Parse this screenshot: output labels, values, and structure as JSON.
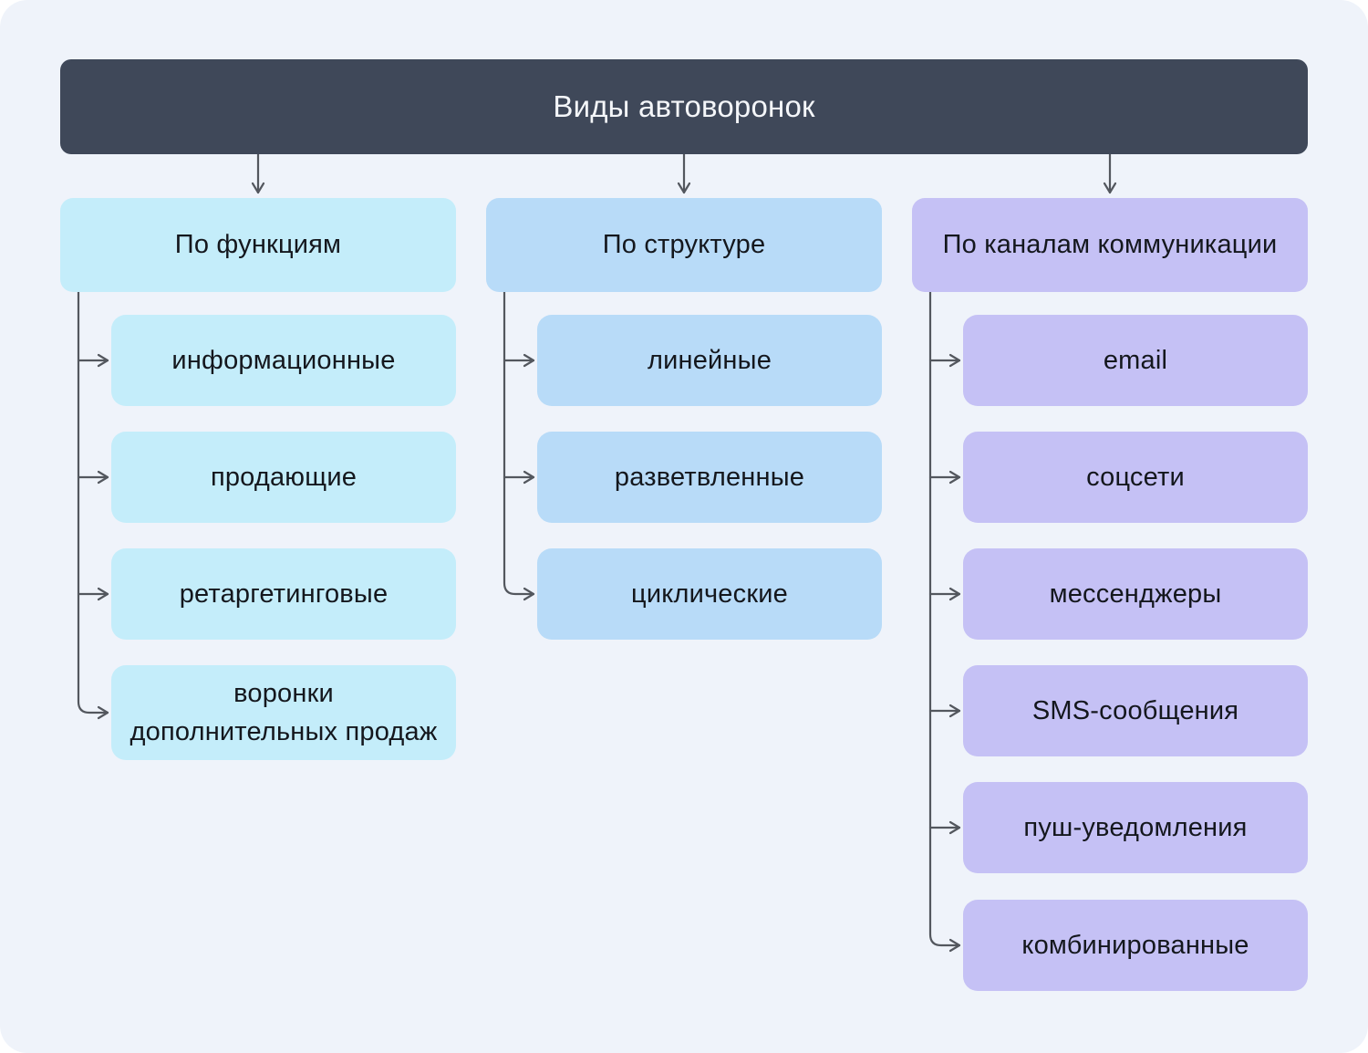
{
  "diagram": {
    "title": "Виды автоворонок",
    "columns": [
      {
        "label": "По функциям",
        "color": "#c4edfa",
        "items": [
          "информационные",
          "продающие",
          "ретаргетинговые",
          "воронки\nдополнительных продаж"
        ]
      },
      {
        "label": "По структуре",
        "color": "#b8dbf8",
        "items": [
          "линейные",
          "разветвленные",
          "циклические"
        ]
      },
      {
        "label": "По каналам коммуникации",
        "color": "#c5c1f5",
        "items": [
          "email",
          "соцсети",
          "мессенджеры",
          "SMS-сообщения",
          "пуш-уведомления",
          "комбинированные"
        ]
      }
    ],
    "colors": {
      "page_background": "#ffffff",
      "canvas_background": "#eff3fa",
      "root_background": "#3f4859",
      "root_text": "#f4f6f9",
      "node_text": "#14171d",
      "connector": "#53575e"
    }
  }
}
